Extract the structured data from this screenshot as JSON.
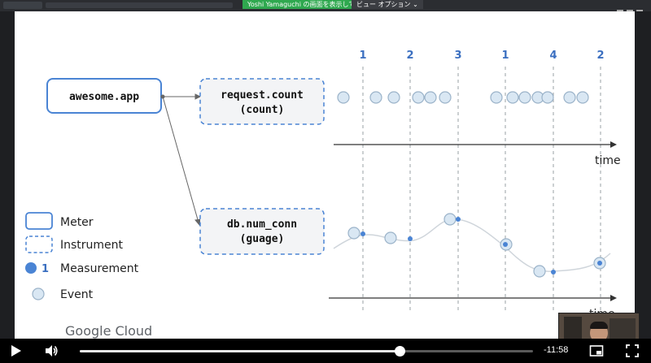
{
  "share_banner": "Yoshi Yamaguchi の画面を表示しています",
  "view_options": "ビュー オプション ⌄",
  "diagram": {
    "meter_label": "awesome.app",
    "instrument_counter": [
      "request.count",
      "(count)"
    ],
    "instrument_gauge": [
      "db.num_conn",
      "(guage)"
    ],
    "counter_measurements": [
      "1",
      "2",
      "3",
      "1",
      "4",
      "2"
    ],
    "axis_label": "time",
    "axis_label_2": "time"
  },
  "legend": {
    "meter": "Meter",
    "instrument": "Instrument",
    "measurement_num": "1",
    "measurement": "Measurement",
    "event": "Event"
  },
  "brand": "Google Cloud",
  "player": {
    "time_remaining": "-11:58",
    "progress": 0.705
  },
  "colors": {
    "accent": "#4a84d4",
    "event_fill": "#d9e7f3",
    "event_stroke": "#9bb3c9"
  }
}
